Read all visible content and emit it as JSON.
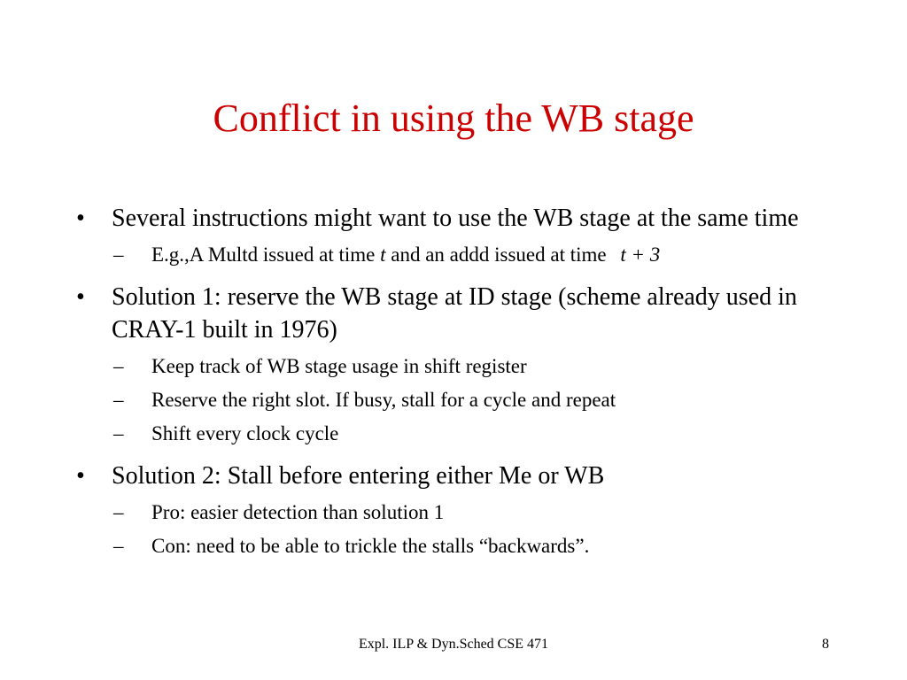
{
  "slide": {
    "title": "Conflict in using the WB stage",
    "bullets": [
      {
        "text": "Several instructions might want to use the WB stage at the same time",
        "subs": [
          {
            "parts": [
              "E.g.,A  Multd issued at time ",
              "t",
              " and an addd issued at time ",
              "t + 3"
            ]
          }
        ]
      },
      {
        "text": "Solution 1: reserve the WB stage at ID stage (scheme already used in CRAY-1 built in 1976)",
        "subs": [
          {
            "text": "Keep track of WB stage usage in shift register"
          },
          {
            "text": "Reserve the right slot. If busy, stall for a cycle and repeat"
          },
          {
            "text": "Shift every clock cycle"
          }
        ]
      },
      {
        "text": "Solution 2: Stall before entering either Me or WB",
        "subs": [
          {
            "text": "Pro: easier detection than solution 1"
          },
          {
            "text": "Con: need to be able to trickle the stalls “backwards”."
          }
        ]
      }
    ],
    "bullet_glyph": "•",
    "sub_glyph": "–",
    "footer": "Expl. ILP & Dyn.Sched CSE 471",
    "page_number": "8",
    "title_color": "#cc0000"
  }
}
